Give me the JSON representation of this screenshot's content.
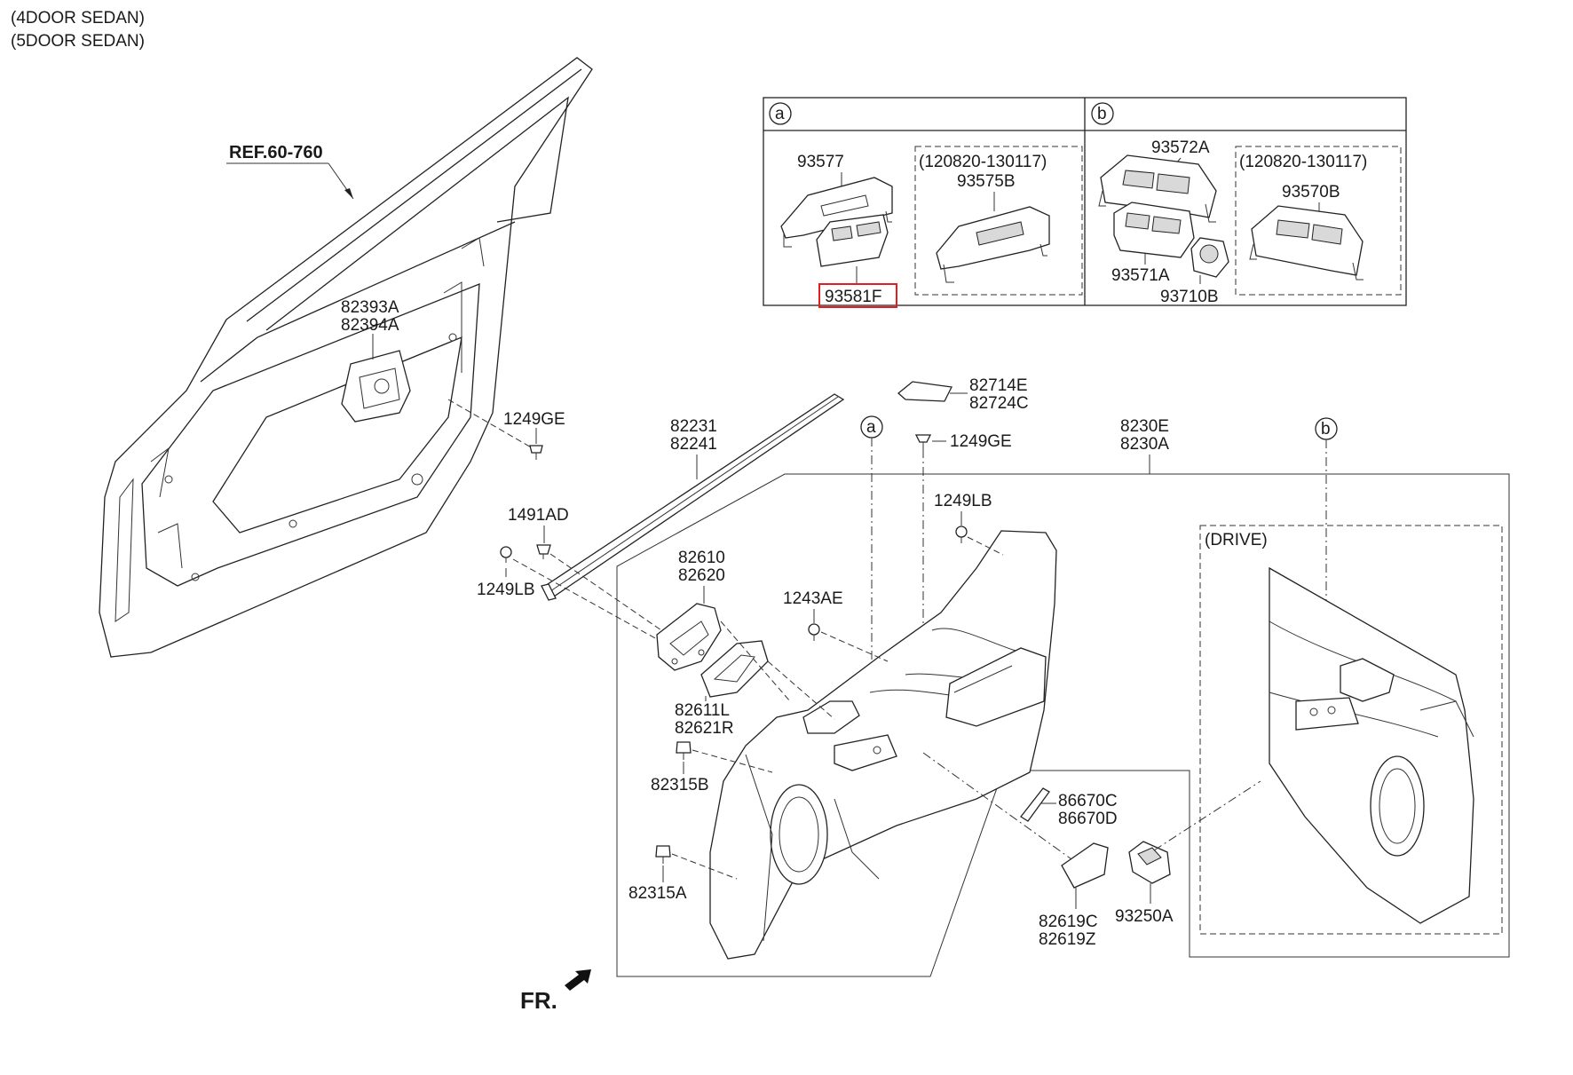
{
  "header": {
    "line1": "(4DOOR SEDAN)",
    "line2": "(5DOOR SEDAN)"
  },
  "ref_label": "REF.60-760",
  "inset_a": {
    "marker": "a",
    "part1": "93577",
    "part2": "93581F",
    "dated_box": {
      "date": "(120820-130117)",
      "part": "93575B"
    }
  },
  "inset_b": {
    "marker": "b",
    "part1": "93572A",
    "part2": "93571A",
    "part3": "93710B",
    "dated_box": {
      "date": "(120820-130117)",
      "part": "93570B"
    }
  },
  "labels": {
    "p82393A": "82393A",
    "p82394A": "82394A",
    "p1249GE_a": "1249GE",
    "p82231": "82231",
    "p82241": "82241",
    "p82714E": "82714E",
    "p82724C": "82724C",
    "p1249GE_b": "1249GE",
    "marker_a": "a",
    "marker_b": "b",
    "p8230E": "8230E",
    "p8230A": "8230A",
    "p1491AD": "1491AD",
    "p1249LB_a": "1249LB",
    "p1249LB_b": "1249LB",
    "p82610": "82610",
    "p82620": "82620",
    "p1243AE": "1243AE",
    "p82611L": "82611L",
    "p82621R": "82621R",
    "p82315B": "82315B",
    "p82315A": "82315A",
    "p86670C": "86670C",
    "p86670D": "86670D",
    "p82619C": "82619C",
    "p82619Z": "82619Z",
    "p93250A": "93250A",
    "drive": "(DRIVE)",
    "fr": "FR."
  },
  "colors": {
    "highlight": "#e02020",
    "line": "#222222"
  }
}
